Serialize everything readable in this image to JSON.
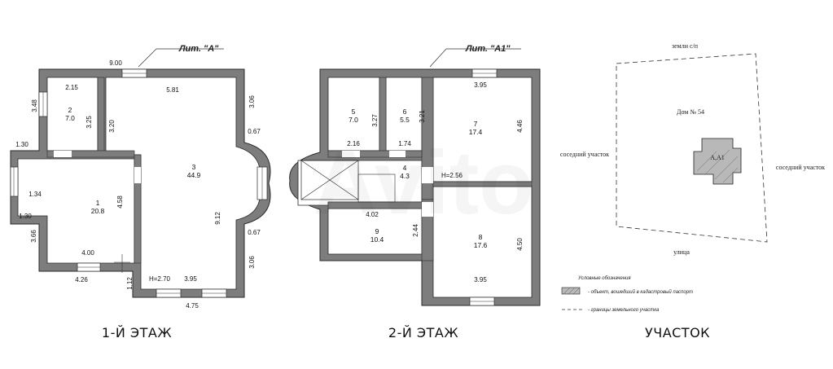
{
  "floor1": {
    "label": "Лит. \"А\"",
    "caption": "1-Й ЭТАЖ",
    "rooms": [
      {
        "num": "1",
        "area": "20.8"
      },
      {
        "num": "2",
        "area": "7.0"
      },
      {
        "num": "3",
        "area": "44.9"
      }
    ],
    "dims": [
      "9.00",
      "2.15",
      "5.81",
      "3.48",
      "3.25",
      "3.20",
      "3.06",
      "0.67",
      "1.30",
      "1.34",
      "4.58",
      "1.30",
      "9.12",
      "3.66",
      "0.67",
      "4.00",
      "3.06",
      "4.26",
      "1.12",
      "3.95",
      "4.75"
    ],
    "height": "H=2.70"
  },
  "floor2": {
    "label": "Лит. \"А1\"",
    "caption": "2-Й ЭТАЖ",
    "rooms": [
      {
        "num": "5",
        "area": "7.0"
      },
      {
        "num": "6",
        "area": "5.5"
      },
      {
        "num": "7",
        "area": "17.4"
      },
      {
        "num": "4",
        "area": "4.3"
      },
      {
        "num": "9",
        "area": "10.4"
      },
      {
        "num": "8",
        "area": "17.6"
      }
    ],
    "dims": [
      "3.95",
      "3.27",
      "3.21",
      "4.46",
      "2.16",
      "1.74",
      "4.02",
      "2.44",
      "4.50",
      "3.95"
    ],
    "height": "H=2.56"
  },
  "site": {
    "caption": "УЧАСТОК",
    "top": "земли с/п",
    "house": "Дом № 54",
    "building": "А,А1",
    "left": "соседний участок",
    "right": "соседний участок",
    "bottom": "улица",
    "legend_title": "Условные обозначения",
    "legend_item1": "- объект, вошедший в кадастровый паспорт",
    "legend_item2": "- границы земельного участка"
  },
  "watermark": "Avito"
}
